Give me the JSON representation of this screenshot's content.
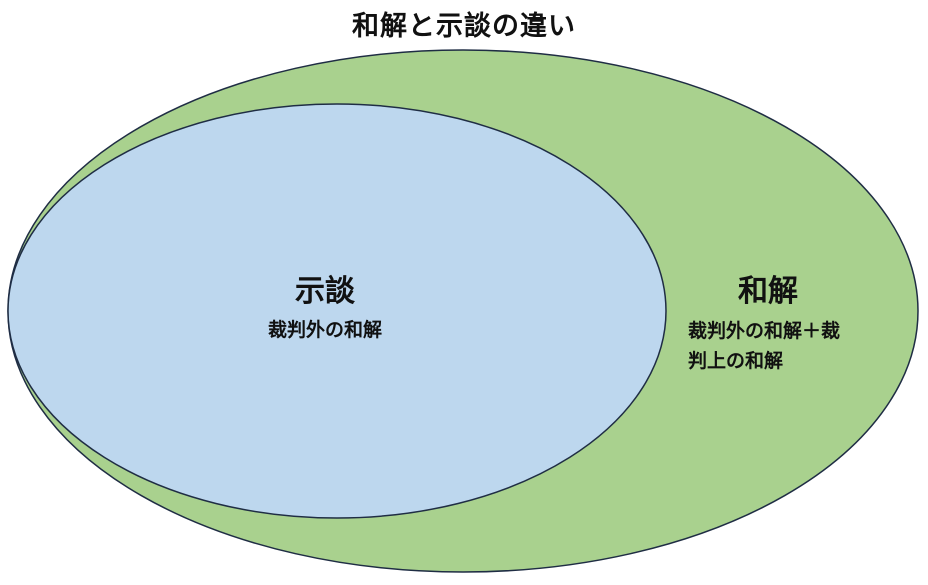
{
  "title": "和解と示談の違い",
  "colors": {
    "outer_fill": "#a9d18e",
    "inner_fill": "#bdd7ee",
    "stroke": "#1f2d44"
  },
  "inner": {
    "heading": "示談",
    "description": "裁判外の和解"
  },
  "outer": {
    "heading": "和解",
    "description_line1": "裁判外の和解＋裁",
    "description_line2": "判上の和解"
  }
}
